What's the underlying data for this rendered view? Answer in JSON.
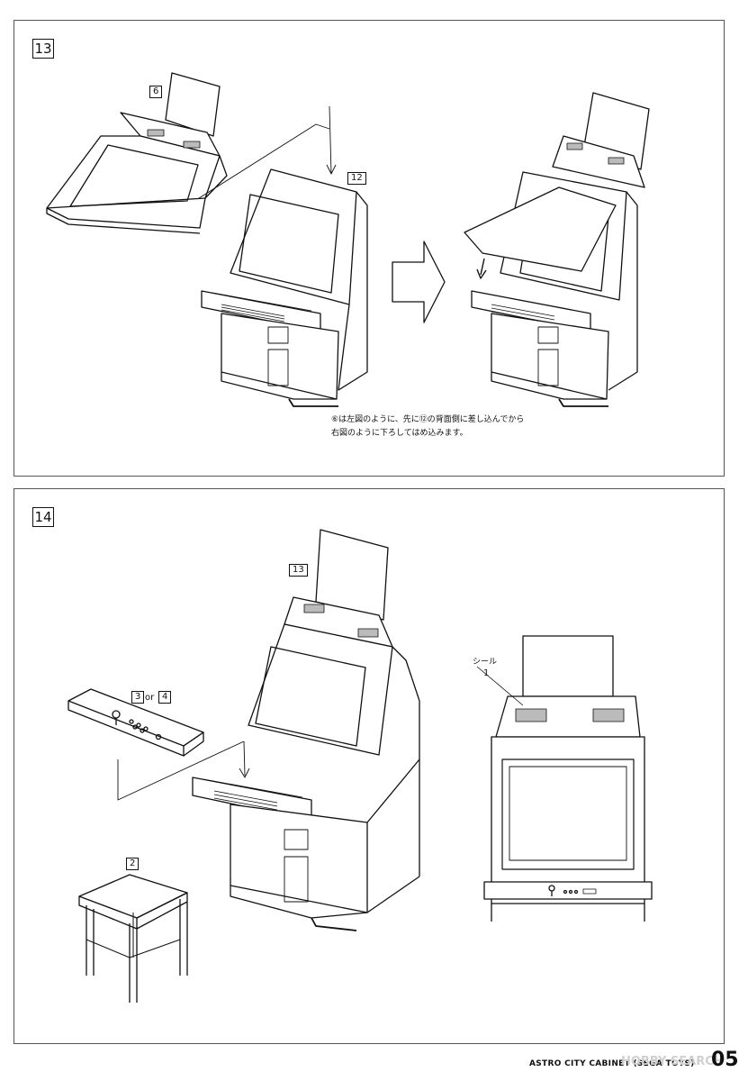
{
  "panel13": {
    "step": "13",
    "part_roof": "6",
    "part_body": "12",
    "note_lines": "⑥は左図のように、先に⑫の背面側に差し込んでから\n右図のように下ろしてはめ込みます。"
  },
  "panel14": {
    "step": "14",
    "part_cabinet": "13",
    "part_panel_a": "3",
    "part_panel_or": "or",
    "part_panel_b": "4",
    "part_stool": "2",
    "sticker_label": "シール",
    "sticker_number": "1"
  },
  "footer": {
    "text": "ASTRO CITY CABINET (SEGA TOYS)",
    "page_number": "05",
    "watermark": "HOBBY SEARCH"
  }
}
